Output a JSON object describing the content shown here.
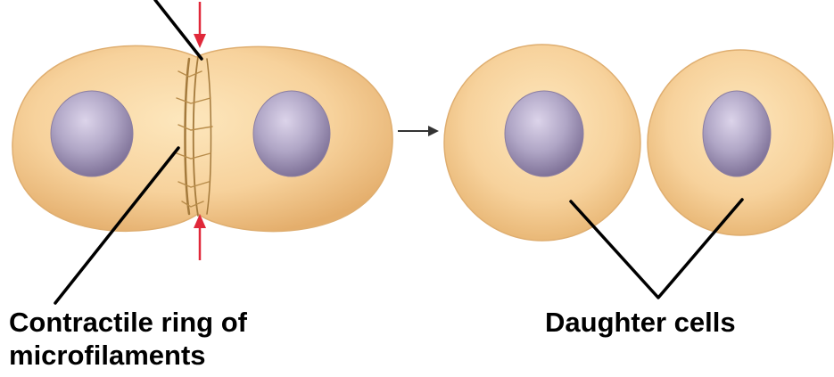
{
  "labels": {
    "contractile_ring_line1": "Contractile ring of",
    "contractile_ring_line2": "microfilaments",
    "daughter_cells": "Daughter cells"
  },
  "colors": {
    "cytoplasm_light": "#fbe2b4",
    "cytoplasm_mid": "#f3c98c",
    "cytoplasm_edge": "#e2ae6c",
    "nucleus_light": "#d8d0e6",
    "nucleus_dark": "#8a7ea3",
    "ring_color": "#a87f3d",
    "force_arrow": "#e0283a",
    "process_arrow": "#333333",
    "leader_lines": "#000000"
  }
}
